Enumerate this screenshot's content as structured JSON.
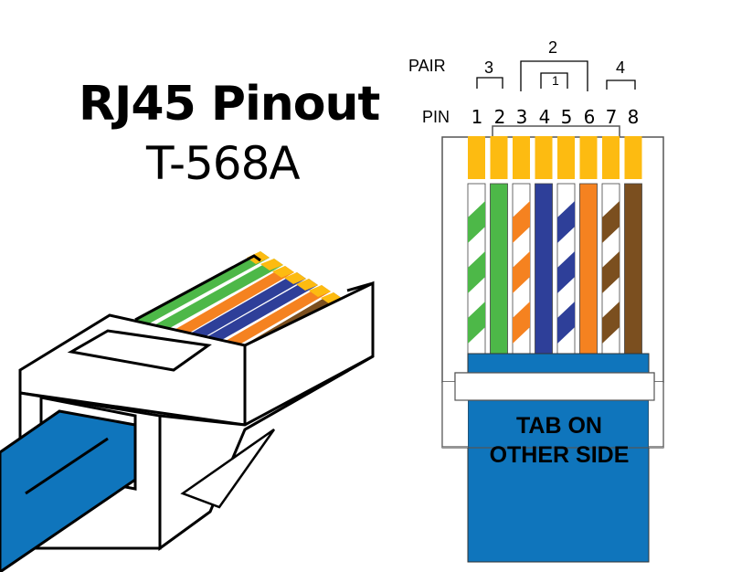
{
  "title": "RJ45 Pinout",
  "subtitle": "T-568A",
  "labels": {
    "pair": "PAIR",
    "pin": "PIN"
  },
  "pins": [
    "1",
    "2",
    "3",
    "4",
    "5",
    "6",
    "7",
    "8"
  ],
  "pairs": [
    {
      "label": "3",
      "pins": [
        1,
        2
      ]
    },
    {
      "label": "2",
      "pins": [
        3,
        6
      ]
    },
    {
      "label": "1",
      "pins": [
        4,
        5
      ]
    },
    {
      "label": "4",
      "pins": [
        7,
        8
      ]
    }
  ],
  "wires": [
    {
      "pin": 1,
      "color": "#4db848",
      "striped": true,
      "name": "white-green"
    },
    {
      "pin": 2,
      "color": "#4db848",
      "striped": false,
      "name": "green"
    },
    {
      "pin": 3,
      "color": "#f58220",
      "striped": true,
      "name": "white-orange"
    },
    {
      "pin": 4,
      "color": "#2e3f99",
      "striped": false,
      "name": "blue"
    },
    {
      "pin": 5,
      "color": "#2e3f99",
      "striped": true,
      "name": "white-blue"
    },
    {
      "pin": 6,
      "color": "#f58220",
      "striped": false,
      "name": "orange"
    },
    {
      "pin": 7,
      "color": "#7b4f1f",
      "striped": true,
      "name": "white-brown"
    },
    {
      "pin": 8,
      "color": "#7b4f1f",
      "striped": false,
      "name": "brown"
    }
  ],
  "tab_text": {
    "line1": "TAB ON",
    "line2": "OTHER SIDE"
  },
  "colors": {
    "contact": "#fdbb11",
    "cable": "#0f75bc",
    "outline": "#555555"
  }
}
